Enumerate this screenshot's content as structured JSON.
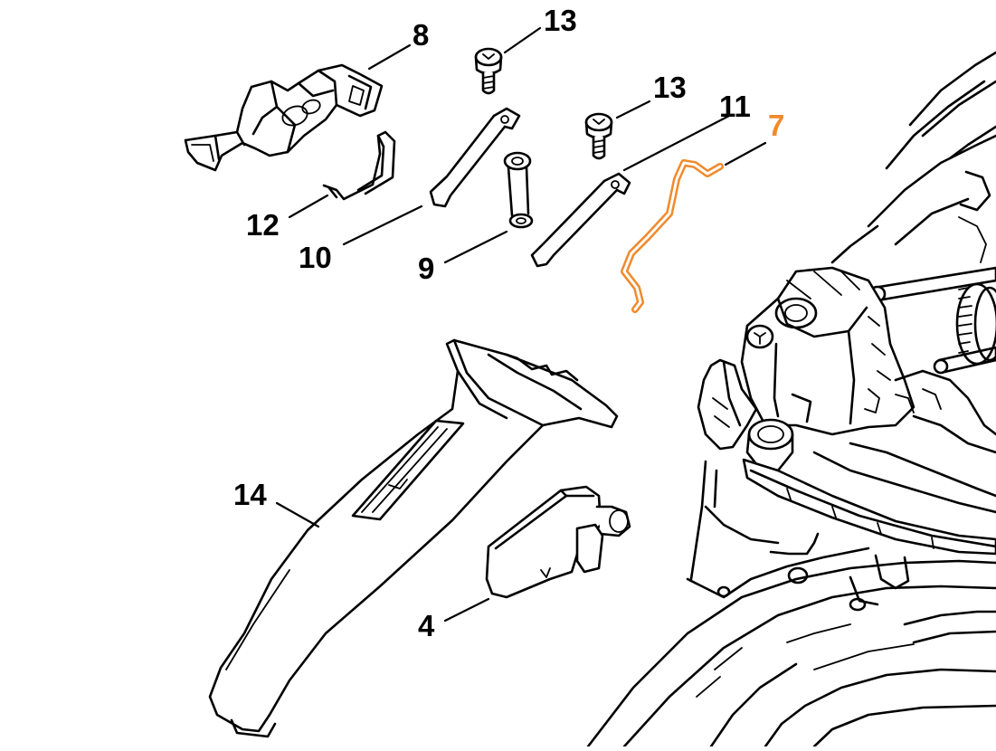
{
  "callouts": [
    {
      "id": "label-8",
      "text": "8"
    },
    {
      "id": "label-13a",
      "text": "13"
    },
    {
      "id": "label-13b",
      "text": "13"
    },
    {
      "id": "label-11",
      "text": "11"
    },
    {
      "id": "label-7",
      "text": "7"
    },
    {
      "id": "label-12",
      "text": "12"
    },
    {
      "id": "label-10",
      "text": "10"
    },
    {
      "id": "label-9",
      "text": "9"
    },
    {
      "id": "label-14",
      "text": "14"
    },
    {
      "id": "label-4",
      "text": "4"
    }
  ],
  "colors": {
    "line": "#000000",
    "highlight": "#f08a2c",
    "background": "#ffffff"
  }
}
